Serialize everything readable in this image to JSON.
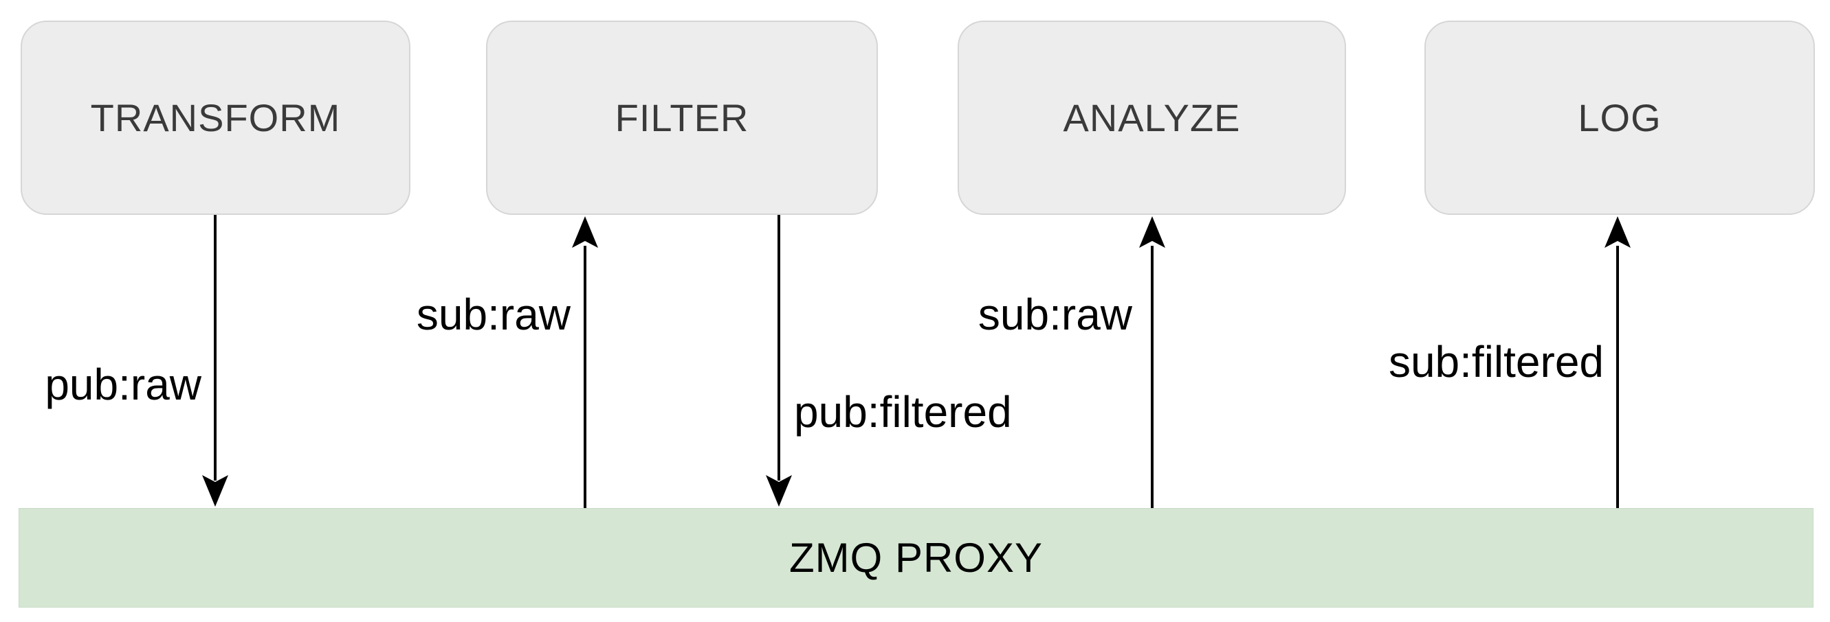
{
  "nodes": [
    {
      "id": "transform",
      "label": "TRANSFORM"
    },
    {
      "id": "filter",
      "label": "FILTER"
    },
    {
      "id": "analyze",
      "label": "ANALYZE"
    },
    {
      "id": "log",
      "label": "LOG"
    }
  ],
  "bus": {
    "label": "ZMQ PROXY"
  },
  "edges": [
    {
      "label": "pub:raw",
      "from": "transform",
      "to": "zmq-proxy",
      "direction": "down"
    },
    {
      "label": "sub:raw",
      "from": "zmq-proxy",
      "to": "filter",
      "direction": "up"
    },
    {
      "label": "pub:filtered",
      "from": "filter",
      "to": "zmq-proxy",
      "direction": "down"
    },
    {
      "label": "sub:raw",
      "from": "zmq-proxy",
      "to": "analyze",
      "direction": "up"
    },
    {
      "label": "sub:filtered",
      "from": "zmq-proxy",
      "to": "log",
      "direction": "up"
    }
  ],
  "colors": {
    "background": "#ffffff",
    "node_fill": "#ededed",
    "node_border": "#d6d6d6",
    "node_text": "#3a3a3a",
    "bus_fill": "#d5e7d3",
    "bus_border": "#c7dbc5",
    "bus_text": "#000000",
    "arrow": "#000000"
  }
}
